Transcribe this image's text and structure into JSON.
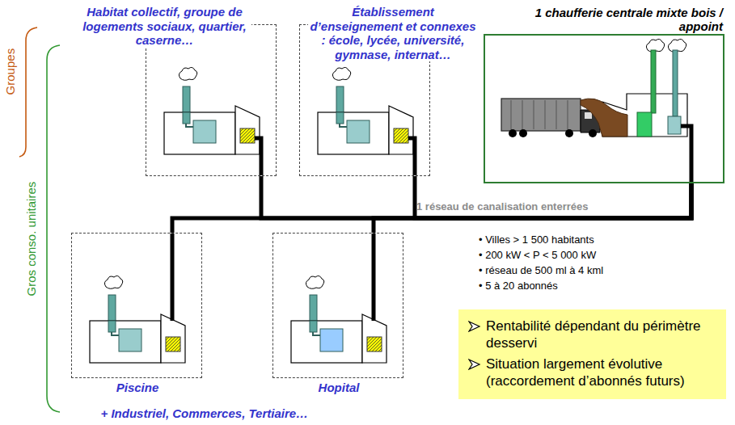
{
  "diagram": {
    "nodes": [
      {
        "text": [
          "Habitat collectif, groupe de logements sociaux, quartier, caserne…"
        ]
      },
      {
        "text": [
          "Établissement d’enseignement et connexes : école, lycée, université, gymnase, internat…"
        ]
      },
      {
        "text": [
          "1 chaufferie centrale mixte bois / appoint"
        ]
      },
      {
        "text": [
          "Piscine"
        ]
      },
      {
        "text": [
          "Hopital"
        ]
      },
      {
        "text": [
          "Rentabilité dépendant du périmètre desservi",
          "Situation largement évolutive (raccordement d’abonnés futurs)"
        ]
      }
    ],
    "edges": [
      {
        "from": 2,
        "to": 0,
        "arrow": "none"
      },
      {
        "from": 2,
        "to": 1,
        "arrow": "none"
      },
      {
        "from": 2,
        "to": 3,
        "arrow": "none"
      },
      {
        "from": 2,
        "to": 4,
        "arrow": "none"
      }
    ],
    "labels": [
      "Groupes",
      "Gros conso. unitaires",
      "1 réseau de canalisation enterrées",
      "• Villes > 1 500 habitants",
      "• 200 kW < P < 5 000 kW",
      "• réseau de 500 ml à 4 kml",
      "• 5 à 20 abonnés",
      "+ Industriel, Commerces, Tertiaire…"
    ]
  }
}
